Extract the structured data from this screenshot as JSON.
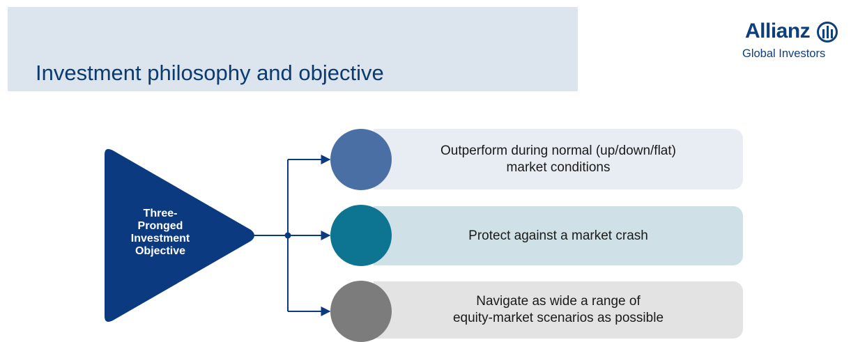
{
  "header": {
    "title": "Investment philosophy and objective"
  },
  "logo": {
    "brand": "Allianz",
    "subtitle": "Global Investors",
    "color": "#0e3f7b"
  },
  "diagram": {
    "center_label": "Three-\nPronged\nInvestment\nObjective",
    "center_color": "#0b3a80",
    "options": [
      {
        "text": "Outperform during normal (up/down/flat)\nmarket conditions",
        "circle_color": "#4a6fa5",
        "band_color": "#e8edf3"
      },
      {
        "text": "Protect against a market crash",
        "circle_color": "#0d7491",
        "band_color": "#cfe0e7"
      },
      {
        "text": "Navigate as wide a range of\nequity-market scenarios as possible",
        "circle_color": "#7c7c7c",
        "band_color": "#e3e3e3"
      }
    ]
  }
}
